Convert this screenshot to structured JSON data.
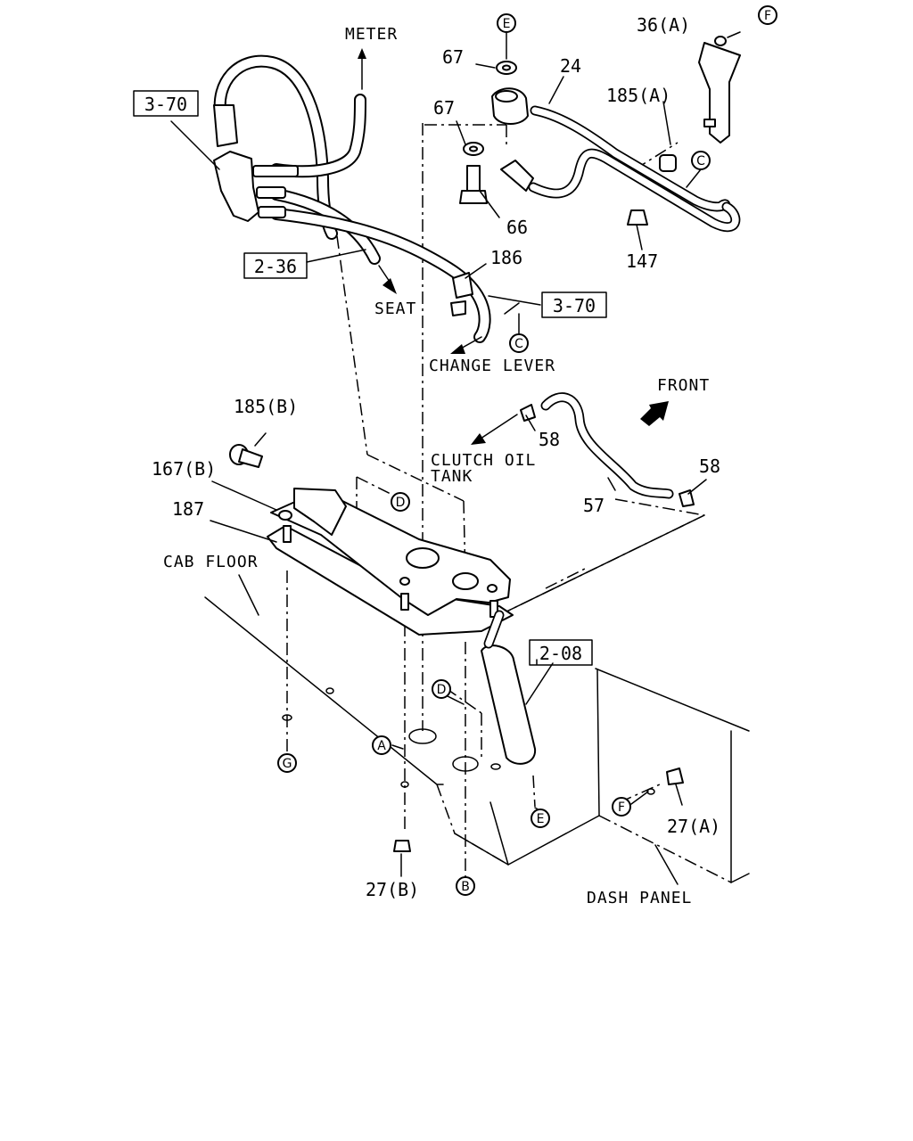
{
  "part_numbers": {
    "p67_top": "67",
    "p67_mid": "67",
    "p24": "24",
    "p36a": "36(A)",
    "p185a": "185(A)",
    "p66": "66",
    "p147": "147",
    "p186": "186",
    "p185b": "185(B)",
    "p167b": "167(B)",
    "p187": "187",
    "p58_left": "58",
    "p58_right": "58",
    "p57": "57",
    "p27a": "27(A)",
    "p27b": "27(B)"
  },
  "ref_boxes": {
    "ref_3_70_top": "3-70",
    "ref_2_36": "2-36",
    "ref_3_70_mid": "3-70",
    "ref_2_08": "2-08"
  },
  "callouts": {
    "E_top": "E",
    "F_top": "F",
    "C_upper": "C",
    "C_mid": "C",
    "D_upper": "D",
    "D_lower": "D",
    "A": "A",
    "G": "G",
    "E_bottom": "E",
    "F_bottom": "F",
    "B": "B"
  },
  "directions": {
    "meter": "METER",
    "seat": "SEAT",
    "change_lever": "CHANGE LEVER",
    "front": "FRONT",
    "clutch_oil_line1": "CLUTCH OIL",
    "clutch_oil_line2": "TANK"
  },
  "areas": {
    "cab_floor": "CAB FLOOR",
    "dash_panel": "DASH PANEL"
  }
}
